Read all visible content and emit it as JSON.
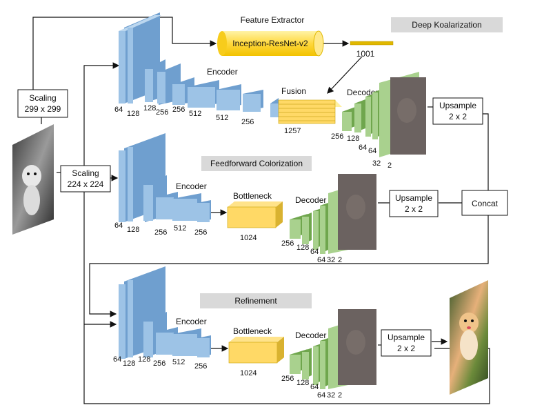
{
  "scaling_top": {
    "line1": "Scaling",
    "line2": "299 x 299"
  },
  "scaling_mid": {
    "line1": "Scaling",
    "line2": "224 x 224"
  },
  "feature_extractor": {
    "title": "Feature Extractor",
    "model": "Inception-ResNet-v2",
    "output": "1001"
  },
  "banners": {
    "deep": "Deep Koalarization",
    "feedforward": "Feedforward Colorization",
    "refinement": "Refinement"
  },
  "row1": {
    "enc_numbers": [
      "64",
      "128",
      "128",
      "256",
      "256",
      "512",
      "512",
      "256"
    ],
    "encoder": "Encoder",
    "fusion": "Fusion",
    "fusion_num": "1257",
    "decoder": "Decoder",
    "dec_numbers": [
      "256",
      "128",
      "64",
      "64",
      "32",
      "2"
    ],
    "upsample": {
      "line1": "Upsample",
      "line2": "2 x 2"
    }
  },
  "row2": {
    "enc_numbers": [
      "64",
      "128",
      "256",
      "512",
      "256"
    ],
    "encoder": "Encoder",
    "bottleneck": "Bottleneck",
    "bottleneck_num": "1024",
    "decoder": "Decoder",
    "dec_numbers": [
      "256",
      "128",
      "64",
      "64",
      "32",
      "2"
    ],
    "upsample": {
      "line1": "Upsample",
      "line2": "2 x 2"
    }
  },
  "concat": "Concat",
  "row3": {
    "enc_numbers": [
      "64",
      "128",
      "128",
      "256",
      "512",
      "256"
    ],
    "encoder": "Encoder",
    "bottleneck": "Bottleneck",
    "bottleneck_num": "1024",
    "decoder": "Decoder",
    "dec_numbers": [
      "256",
      "128",
      "64",
      "64",
      "32",
      "2"
    ],
    "upsample": {
      "line1": "Upsample",
      "line2": "2 x 2"
    }
  },
  "colors": {
    "encoder_blue": "#9dc3e6",
    "encoder_blue_dark": "#6f9fcf",
    "fusion_gold": "#ffd966",
    "decoder_green": "#a9d18e",
    "decoder_green_dark": "#6fa64d",
    "banner_gray": "#d9d9d9",
    "cylinder_yellow": "#ffe066"
  }
}
